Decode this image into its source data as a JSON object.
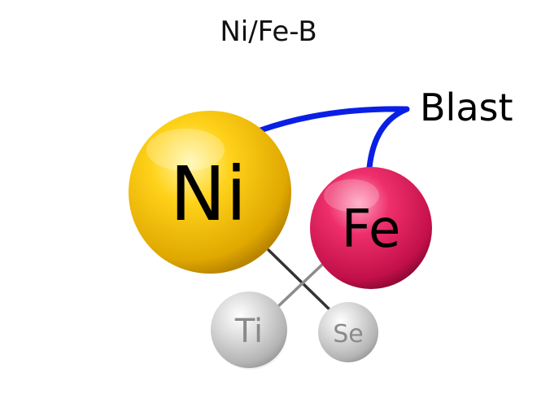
{
  "title": "Ni/Fe-B",
  "annotation": {
    "label": "Blast",
    "connector_color": "#0a1fe6"
  },
  "atoms": {
    "ni": {
      "symbol": "Ni",
      "color": "#f5c400"
    },
    "fe": {
      "symbol": "Fe",
      "color": "#e0185a"
    },
    "ti": {
      "symbol": "Ti",
      "color": "#c8c8c8"
    },
    "se": {
      "symbol": "Se",
      "color": "#c8c8c8"
    }
  },
  "bonds": [
    {
      "from": "ni",
      "to": "se",
      "color": "#333333"
    },
    {
      "from": "fe",
      "to": "ti",
      "color": "#8c8c8c"
    }
  ]
}
